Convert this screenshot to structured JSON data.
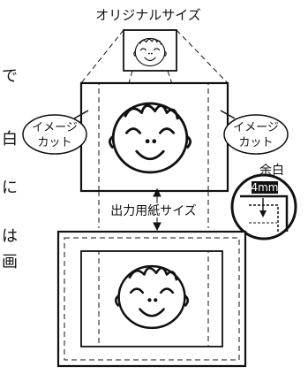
{
  "labels": {
    "original_size": "オリジナルサイズ",
    "image_cut": "イメージ",
    "image_cut_2": "カット",
    "output_paper_size": "出力用紙サイズ",
    "margin": "余白",
    "margin_value": "4mm"
  },
  "side_text_fragments": [
    "で",
    "白",
    "に",
    "は",
    "画"
  ],
  "colors": {
    "line": "#111111",
    "background": "#ffffff"
  }
}
